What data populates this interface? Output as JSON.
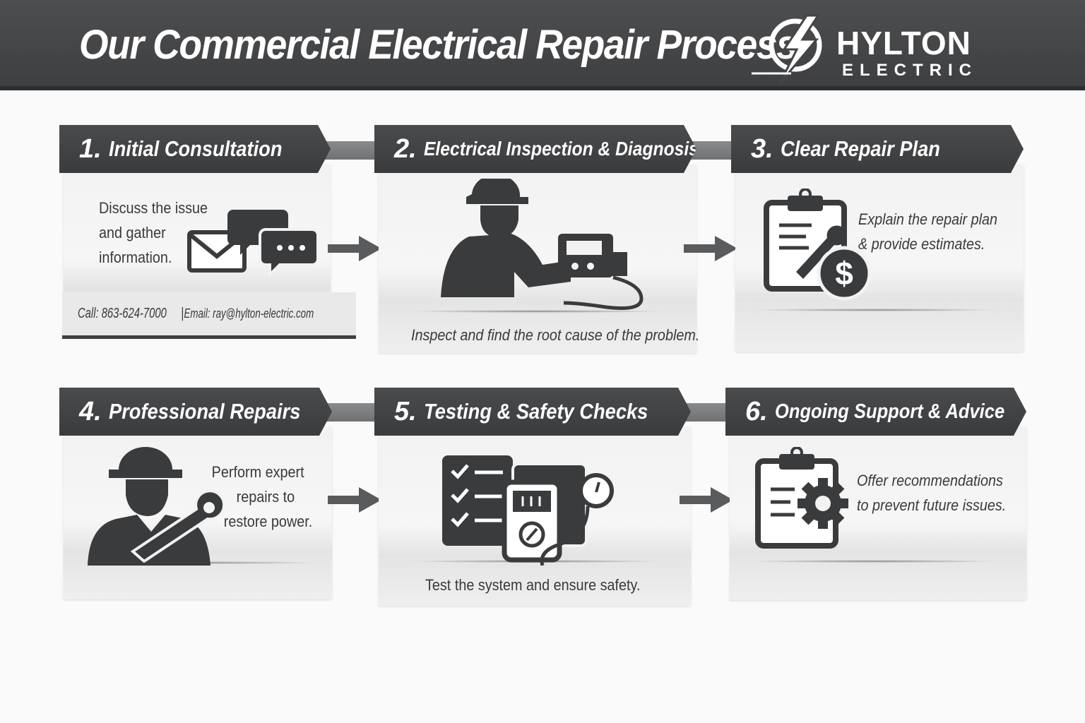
{
  "header": {
    "title": "Our Commercial Electrical Repair Process",
    "logo_name": "HYLTON",
    "logo_sub": "ELECTRIC",
    "background": "#444547"
  },
  "steps": [
    {
      "number": "1.",
      "title": "Initial Consultation",
      "description": [
        "Discuss the issue",
        "and gather",
        "information."
      ],
      "icon": "envelope-chat-icon"
    },
    {
      "number": "2.",
      "title": "Electrical Inspection & Diagnosis",
      "description": [
        "Inspect and find the root cause of the problem."
      ],
      "icon": "technician-meter-icon"
    },
    {
      "number": "3.",
      "title": "Clear Repair Plan",
      "description": [
        "Explain the repair plan",
        "& provide estimates."
      ],
      "icon": "clipboard-dollar-icon"
    },
    {
      "number": "4.",
      "title": "Professional Repairs",
      "description": [
        "Perform expert",
        "repairs to",
        "restore power."
      ],
      "icon": "worker-wrench-icon"
    },
    {
      "number": "5.",
      "title": "Testing & Safety Checks",
      "description": [
        "Test the system and ensure safety."
      ],
      "icon": "checklist-multimeter-icon"
    },
    {
      "number": "6.",
      "title": "Ongoing Support & Advice",
      "description": [
        "Offer recommendations",
        "to prevent future issues."
      ],
      "icon": "clipboard-gear-icon"
    }
  ],
  "contact": {
    "phone_label": "Call: 863-624-7000",
    "separator": " | ",
    "email_label": "Email: ray@hylton-electric.com"
  },
  "colors": {
    "banner": "#3f4042",
    "icon": "#3a3b3d",
    "card": "#f2f2f2"
  }
}
